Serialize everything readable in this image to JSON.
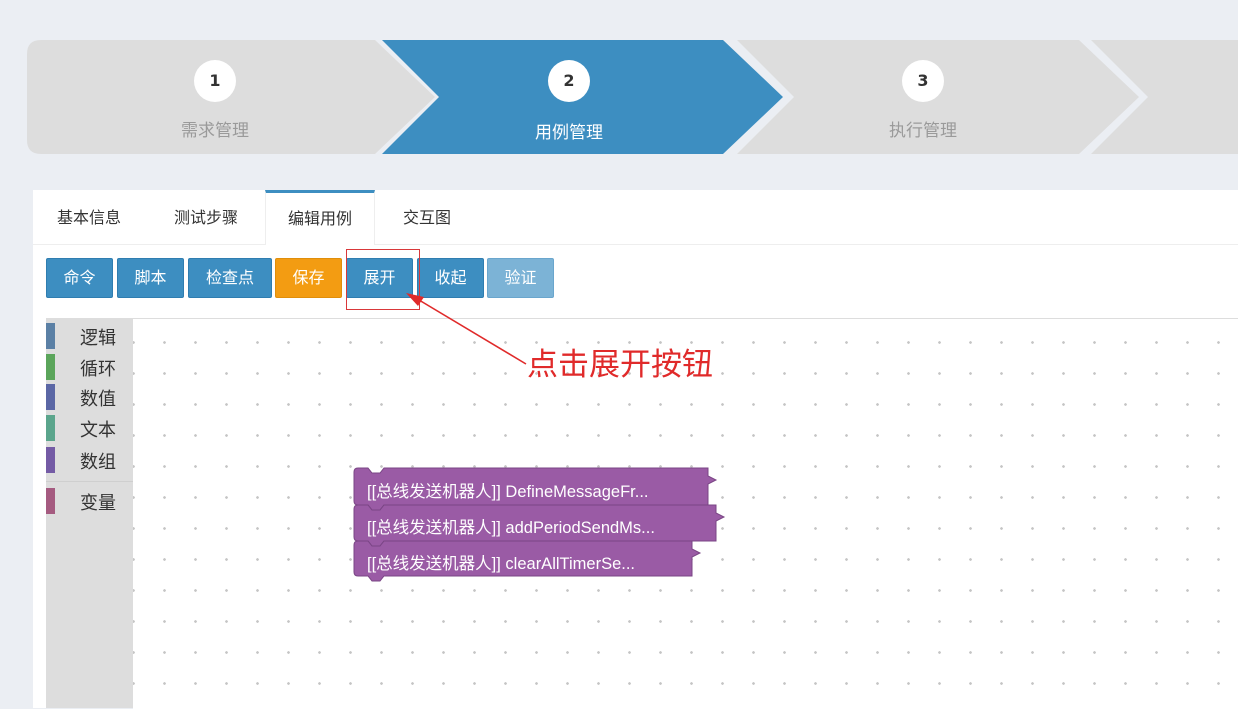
{
  "steps": [
    {
      "number": "1",
      "label": "需求管理",
      "active": false
    },
    {
      "number": "2",
      "label": "用例管理",
      "active": true
    },
    {
      "number": "3",
      "label": "执行管理",
      "active": false
    }
  ],
  "tabs": [
    "基本信息",
    "测试步骤",
    "编辑用例",
    "交互图"
  ],
  "active_tab": "编辑用例",
  "toolbar": {
    "command": "命令",
    "script": "脚本",
    "checkpoint": "检查点",
    "save": "保存",
    "expand": "展开",
    "collapse": "收起",
    "verify": "验证"
  },
  "categories": [
    {
      "label": "逻辑",
      "color": "#5b80a5"
    },
    {
      "label": "循环",
      "color": "#5ba55b"
    },
    {
      "label": "数值",
      "color": "#5b67a5"
    },
    {
      "label": "文本",
      "color": "#5ba58c"
    },
    {
      "label": "数组",
      "color": "#745ba5"
    },
    {
      "label": "变量",
      "color": "#a55b80"
    }
  ],
  "blocks": [
    "[[总线发送机器人]] DefineMessageFr...",
    "[[总线发送机器人]] addPeriodSendMs...",
    "[[总线发送机器人]] clearAllTimerSe..."
  ],
  "block_color": "#9a5ba5",
  "annotation": "点击展开按钮",
  "colors": {
    "step_active": "#3d8ec1",
    "step_inactive": "#dddddd",
    "page_bg": "#ebeef3",
    "annotation": "#e02a2a"
  }
}
